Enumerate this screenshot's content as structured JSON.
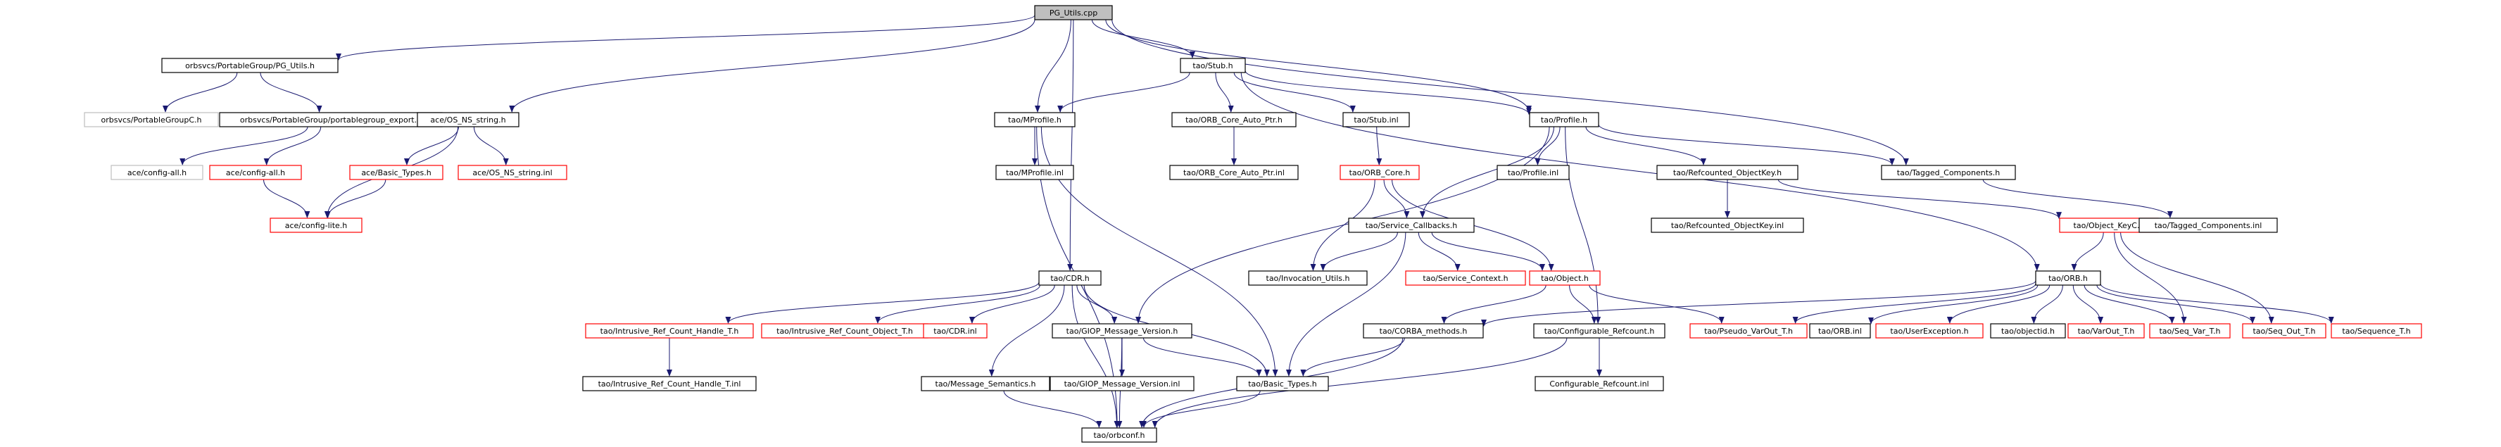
{
  "colors": {
    "edge": "#191970",
    "root_fill": "#bfbfbf",
    "text": "#000000",
    "border_default": "#000000",
    "border_red": "#ff0000",
    "border_gray": "#bfbfbf"
  },
  "nodes": [
    {
      "id": "pg_utils_cpp",
      "label": "PG_Utils.cpp",
      "style": "root"
    },
    {
      "id": "pg_utils_h",
      "label": "orbsvcs/PortableGroup/PG_Utils.h",
      "style": "default"
    },
    {
      "id": "tao_stub_h",
      "label": "tao/Stub.h",
      "style": "default"
    },
    {
      "id": "orbsvcs_pgc",
      "label": "orbsvcs/PortableGroupC.h",
      "style": "gray"
    },
    {
      "id": "pg_export",
      "label": "orbsvcs/PortableGroup/portablegroup_export.h",
      "style": "default"
    },
    {
      "id": "ace_os_ns_string",
      "label": "ace/OS_NS_string.h",
      "style": "default"
    },
    {
      "id": "mprofile_h",
      "label": "tao/MProfile.h",
      "style": "default"
    },
    {
      "id": "orb_core_auto_ptr_h",
      "label": "tao/ORB_Core_Auto_Ptr.h",
      "style": "default"
    },
    {
      "id": "stub_inl",
      "label": "tao/Stub.inl",
      "style": "default"
    },
    {
      "id": "profile_h",
      "label": "tao/Profile.h",
      "style": "default"
    },
    {
      "id": "config_all_gray",
      "label": "ace/config-all.h",
      "style": "gray"
    },
    {
      "id": "config_all_red",
      "label": "ace/config-all.h",
      "style": "red"
    },
    {
      "id": "ace_basic_types",
      "label": "ace/Basic_Types.h",
      "style": "red"
    },
    {
      "id": "os_ns_string_inl",
      "label": "ace/OS_NS_string.inl",
      "style": "red"
    },
    {
      "id": "mprofile_inl",
      "label": "tao/MProfile.inl",
      "style": "default"
    },
    {
      "id": "orb_core_auto_ptr_inl",
      "label": "tao/ORB_Core_Auto_Ptr.inl",
      "style": "default"
    },
    {
      "id": "orb_core_h",
      "label": "tao/ORB_Core.h",
      "style": "red"
    },
    {
      "id": "profile_inl",
      "label": "tao/Profile.inl",
      "style": "default"
    },
    {
      "id": "refcounted_objectkey_h",
      "label": "tao/Refcounted_ObjectKey.h",
      "style": "default"
    },
    {
      "id": "tagged_components_h",
      "label": "tao/Tagged_Components.h",
      "style": "default"
    },
    {
      "id": "config_lite",
      "label": "ace/config-lite.h",
      "style": "red"
    },
    {
      "id": "service_callbacks_h",
      "label": "tao/Service_Callbacks.h",
      "style": "default"
    },
    {
      "id": "refcounted_objectkey_inl",
      "label": "tao/Refcounted_ObjectKey.inl",
      "style": "default"
    },
    {
      "id": "object_keyc_h",
      "label": "tao/Object_KeyC.h",
      "style": "red"
    },
    {
      "id": "tagged_components_inl",
      "label": "tao/Tagged_Components.inl",
      "style": "default"
    },
    {
      "id": "cdr_h",
      "label": "tao/CDR.h",
      "style": "default"
    },
    {
      "id": "invocation_utils_h",
      "label": "tao/Invocation_Utils.h",
      "style": "default"
    },
    {
      "id": "service_context_h",
      "label": "tao/Service_Context.h",
      "style": "red"
    },
    {
      "id": "object_h",
      "label": "tao/Object.h",
      "style": "red"
    },
    {
      "id": "orb_h",
      "label": "tao/ORB.h",
      "style": "default"
    },
    {
      "id": "irc_handle_t_h",
      "label": "tao/Intrusive_Ref_Count_Handle_T.h",
      "style": "red"
    },
    {
      "id": "irc_object_t_h",
      "label": "tao/Intrusive_Ref_Count_Object_T.h",
      "style": "red"
    },
    {
      "id": "cdr_inl",
      "label": "tao/CDR.inl",
      "style": "red"
    },
    {
      "id": "giop_message_version_h",
      "label": "tao/GIOP_Message_Version.h",
      "style": "default"
    },
    {
      "id": "corba_methods_h",
      "label": "tao/CORBA_methods.h",
      "style": "default"
    },
    {
      "id": "configurable_refcount_h",
      "label": "tao/Configurable_Refcount.h",
      "style": "default"
    },
    {
      "id": "pseudo_varout_t_h",
      "label": "tao/Pseudo_VarOut_T.h",
      "style": "red"
    },
    {
      "id": "orb_inl",
      "label": "tao/ORB.inl",
      "style": "default"
    },
    {
      "id": "userexception_h",
      "label": "tao/UserException.h",
      "style": "red"
    },
    {
      "id": "objectid_h",
      "label": "tao/objectid.h",
      "style": "default"
    },
    {
      "id": "varout_t_h",
      "label": "tao/VarOut_T.h",
      "style": "red"
    },
    {
      "id": "seq_var_t_h",
      "label": "tao/Seq_Var_T.h",
      "style": "red"
    },
    {
      "id": "seq_out_t_h",
      "label": "tao/Seq_Out_T.h",
      "style": "red"
    },
    {
      "id": "sequence_t_h",
      "label": "tao/Sequence_T.h",
      "style": "red"
    },
    {
      "id": "irc_handle_t_inl",
      "label": "tao/Intrusive_Ref_Count_Handle_T.inl",
      "style": "default"
    },
    {
      "id": "message_semantics_h",
      "label": "tao/Message_Semantics.h",
      "style": "default"
    },
    {
      "id": "giop_message_version_inl",
      "label": "tao/GIOP_Message_Version.inl",
      "style": "default"
    },
    {
      "id": "tao_basic_types_h",
      "label": "tao/Basic_Types.h",
      "style": "default"
    },
    {
      "id": "configurable_refcount_inl",
      "label": "Configurable_Refcount.inl",
      "style": "default"
    },
    {
      "id": "orbconf_h",
      "label": "tao/orbconf.h",
      "style": "default"
    }
  ],
  "edges": [
    [
      "pg_utils_cpp",
      "pg_utils_h"
    ],
    [
      "pg_utils_cpp",
      "tao_stub_h"
    ],
    [
      "pg_utils_cpp",
      "ace_os_ns_string"
    ],
    [
      "pg_utils_cpp",
      "mprofile_h"
    ],
    [
      "pg_utils_cpp",
      "cdr_h"
    ],
    [
      "pg_utils_cpp",
      "profile_h"
    ],
    [
      "pg_utils_cpp",
      "tagged_components_h"
    ],
    [
      "pg_utils_h",
      "orbsvcs_pgc"
    ],
    [
      "pg_utils_h",
      "pg_export"
    ],
    [
      "pg_export",
      "config_all_gray"
    ],
    [
      "pg_export",
      "config_all_red"
    ],
    [
      "config_all_red",
      "config_lite"
    ],
    [
      "ace_os_ns_string",
      "config_lite"
    ],
    [
      "ace_os_ns_string",
      "ace_basic_types"
    ],
    [
      "ace_os_ns_string",
      "os_ns_string_inl"
    ],
    [
      "ace_basic_types",
      "config_lite"
    ],
    [
      "tao_stub_h",
      "mprofile_h"
    ],
    [
      "tao_stub_h",
      "orb_core_auto_ptr_h"
    ],
    [
      "tao_stub_h",
      "stub_inl"
    ],
    [
      "tao_stub_h",
      "profile_h"
    ],
    [
      "tao_stub_h",
      "orb_h"
    ],
    [
      "mprofile_h",
      "mprofile_inl"
    ],
    [
      "mprofile_h",
      "tao_basic_types_h"
    ],
    [
      "mprofile_h",
      "orbconf_h"
    ],
    [
      "orb_core_auto_ptr_h",
      "orb_core_auto_ptr_inl"
    ],
    [
      "stub_inl",
      "orb_core_h"
    ],
    [
      "orb_core_h",
      "service_callbacks_h"
    ],
    [
      "orb_core_h",
      "invocation_utils_h"
    ],
    [
      "orb_core_h",
      "object_h"
    ],
    [
      "profile_h",
      "profile_inl"
    ],
    [
      "profile_h",
      "refcounted_objectkey_h"
    ],
    [
      "profile_h",
      "tagged_components_h"
    ],
    [
      "profile_h",
      "service_callbacks_h"
    ],
    [
      "profile_h",
      "giop_message_version_h"
    ],
    [
      "profile_h",
      "configurable_refcount_h"
    ],
    [
      "refcounted_objectkey_h",
      "refcounted_objectkey_inl"
    ],
    [
      "refcounted_objectkey_h",
      "object_keyc_h"
    ],
    [
      "tagged_components_h",
      "tagged_components_inl"
    ],
    [
      "object_keyc_h",
      "orb_h"
    ],
    [
      "object_keyc_h",
      "seq_var_t_h"
    ],
    [
      "object_keyc_h",
      "seq_out_t_h"
    ],
    [
      "service_callbacks_h",
      "invocation_utils_h"
    ],
    [
      "service_callbacks_h",
      "service_context_h"
    ],
    [
      "service_callbacks_h",
      "object_h"
    ],
    [
      "service_callbacks_h",
      "tao_basic_types_h"
    ],
    [
      "object_h",
      "corba_methods_h"
    ],
    [
      "object_h",
      "configurable_refcount_h"
    ],
    [
      "object_h",
      "pseudo_varout_t_h"
    ],
    [
      "cdr_h",
      "irc_handle_t_h"
    ],
    [
      "cdr_h",
      "irc_object_t_h"
    ],
    [
      "cdr_h",
      "cdr_inl"
    ],
    [
      "cdr_h",
      "giop_message_version_h"
    ],
    [
      "cdr_h",
      "message_semantics_h"
    ],
    [
      "cdr_h",
      "tao_basic_types_h"
    ],
    [
      "cdr_h",
      "orbconf_h"
    ],
    [
      "irc_handle_t_h",
      "irc_handle_t_inl"
    ],
    [
      "giop_message_version_h",
      "giop_message_version_inl"
    ],
    [
      "giop_message_version_h",
      "tao_basic_types_h"
    ],
    [
      "giop_message_version_h",
      "orbconf_h"
    ],
    [
      "message_semantics_h",
      "orbconf_h"
    ],
    [
      "orb_h",
      "corba_methods_h"
    ],
    [
      "orb_h",
      "pseudo_varout_t_h"
    ],
    [
      "orb_h",
      "orb_inl"
    ],
    [
      "orb_h",
      "userexception_h"
    ],
    [
      "orb_h",
      "objectid_h"
    ],
    [
      "orb_h",
      "varout_t_h"
    ],
    [
      "orb_h",
      "seq_var_t_h"
    ],
    [
      "orb_h",
      "seq_out_t_h"
    ],
    [
      "orb_h",
      "sequence_t_h"
    ],
    [
      "corba_methods_h",
      "tao_basic_types_h"
    ],
    [
      "corba_methods_h",
      "orbconf_h"
    ],
    [
      "configurable_refcount_h",
      "configurable_refcount_inl"
    ],
    [
      "configurable_refcount_h",
      "orbconf_h"
    ],
    [
      "tao_basic_types_h",
      "orbconf_h"
    ]
  ]
}
